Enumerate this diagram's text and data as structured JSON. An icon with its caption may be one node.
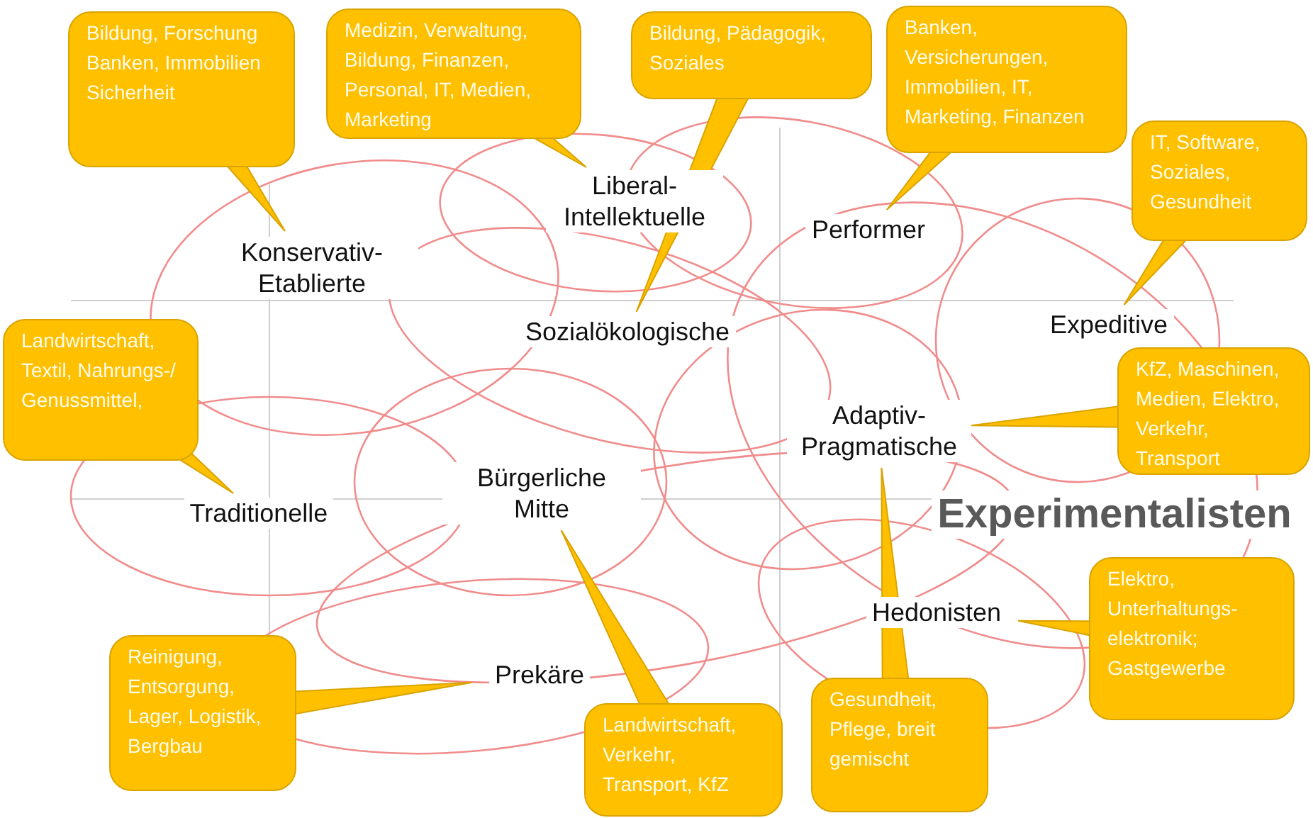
{
  "diagram": {
    "nodes": [
      {
        "text": [
          "Bildung, Forschung Banken, Immobilien Sicherheit"
        ]
      },
      {
        "text": [
          "Medizin, Verwaltung, Bildung, Finanzen, Personal, IT, Medien, Marketing"
        ]
      },
      {
        "text": [
          "Bildung, Pädagogik, Soziales"
        ]
      },
      {
        "text": [
          "Banken, Versicherungen, Immobilien, IT, Marketing, Finanzen"
        ]
      },
      {
        "text": [
          "IT, Software, Soziales, Gesundheit"
        ]
      },
      {
        "text": [
          "Liberal-Intellektuelle"
        ]
      },
      {
        "text": [
          "Performer"
        ]
      },
      {
        "text": [
          "Konservativ-Etablierte"
        ]
      },
      {
        "text": [
          "Expeditive"
        ]
      },
      {
        "text": [
          "Sozialökologische"
        ]
      },
      {
        "text": [
          "Landwirtschaft, Textil, Nahrungs-/ Genussmittel,"
        ]
      },
      {
        "text": [
          "KfZ, Maschinen, Medien, Elektro, Verkehr, Transport"
        ]
      },
      {
        "text": [
          "Adaptiv-Pragmatische"
        ]
      },
      {
        "text": [
          "Bürgerliche Mitte"
        ]
      },
      {
        "text": [
          "Traditionelle"
        ]
      },
      {
        "text": [
          "Experimentalisten"
        ]
      },
      {
        "text": [
          "Elektro, Unterhaltungs-elektronik; Gastgewerbe"
        ]
      },
      {
        "text": [
          "Hedonisten"
        ]
      },
      {
        "text": [
          "Reinigung, Entsorgung, Lager, Logistik, Bergbau"
        ]
      },
      {
        "text": [
          "Prekäre"
        ]
      },
      {
        "text": [
          "Gesundheit, Pflege, breit gemischt"
        ]
      },
      {
        "text": [
          "Landwirtschaft, Verkehr, Transport, KfZ"
        ]
      }
    ],
    "edges": [
      {
        "from": 0,
        "to": 7,
        "arrow": "none"
      },
      {
        "from": 1,
        "to": 5,
        "arrow": "none"
      },
      {
        "from": 2,
        "to": 9,
        "arrow": "none"
      },
      {
        "from": 3,
        "to": 6,
        "arrow": "none"
      },
      {
        "from": 4,
        "to": 8,
        "arrow": "none"
      },
      {
        "from": 10,
        "to": 14,
        "arrow": "none"
      },
      {
        "from": 11,
        "to": 12,
        "arrow": "none"
      },
      {
        "from": 16,
        "to": 17,
        "arrow": "none"
      },
      {
        "from": 18,
        "to": 19,
        "arrow": "none"
      },
      {
        "from": 20,
        "to": 12,
        "arrow": "none"
      },
      {
        "from": 21,
        "to": 13,
        "arrow": "none"
      }
    ]
  }
}
